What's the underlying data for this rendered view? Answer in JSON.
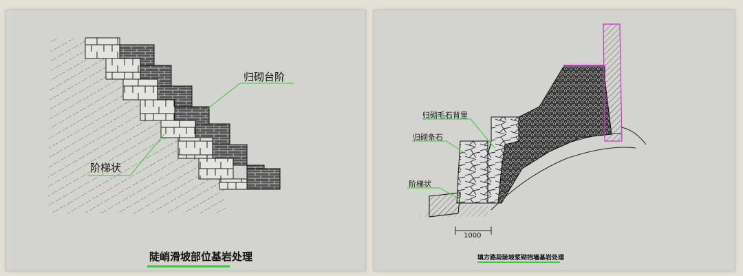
{
  "left_panel": {
    "label_masonry_steps": "归砌台阶",
    "label_stepped": "阶梯状",
    "caption": "陡峭滑坡部位基岩处理"
  },
  "right_panel": {
    "label_rubble_backing": "归砌毛石背里",
    "label_dressed_stone": "归砌条石",
    "label_stepped": "阶梯状",
    "dimension": "1000",
    "caption": "填方路段陡坡浆砌挡墙基岩处理"
  },
  "colors": {
    "leader": "#33cc33",
    "wall_outline": "#cc33cc"
  }
}
